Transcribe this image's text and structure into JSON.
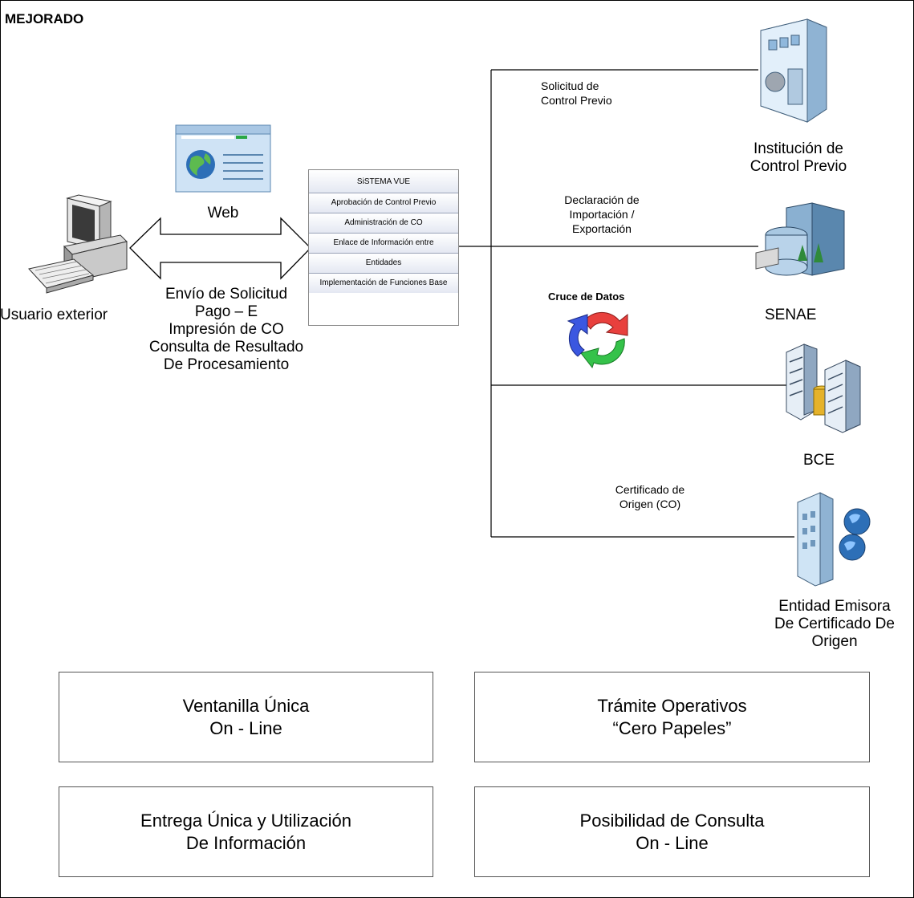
{
  "title": "MEJORADO",
  "user": {
    "label": "Usuario exterior",
    "icon": "desktop-computer-icon"
  },
  "web": {
    "label": "Web",
    "icon": "web-page-icon"
  },
  "arrow_actions": [
    "Envío de Solicitud",
    "Pago – E",
    "Impresión de CO",
    "Consulta de Resultado",
    "De Procesamiento"
  ],
  "vue_system": {
    "rows": [
      "SiSTEMA VUE",
      "Aprobación de Control Previo",
      "Administración de CO",
      "Enlace de Información entre",
      "Entidades",
      "Implementación de Funciones Base"
    ]
  },
  "connections": {
    "solicitud": [
      "Solicitud de",
      "Control Previo"
    ],
    "declaracion": [
      "Declaración de",
      "Importación /",
      "Exportación"
    ],
    "certificado": [
      "Certificado de",
      "Origen (CO)"
    ]
  },
  "cycle": {
    "label": "Cruce de Datos",
    "icon": "recycle-arrows-icon"
  },
  "entities": {
    "institucion": {
      "lines": [
        "Institución de",
        "Control Previo"
      ],
      "icon": "bank-building-icon"
    },
    "senae": {
      "label": "SENAE",
      "icon": "office-building-icon"
    },
    "bce": {
      "label": "BCE",
      "icon": "server-rack-icon"
    },
    "emisora": {
      "lines": [
        "Entidad Emisora",
        "De Certificado De",
        "Origen"
      ],
      "icon": "web-server-building-icon"
    }
  },
  "benefits": [
    [
      "Ventanilla Única",
      "On - Line"
    ],
    [
      "Trámite Operativos",
      "“Cero Papeles”"
    ],
    [
      "Entrega Única y Utilización",
      "De Información"
    ],
    [
      "Posibilidad de Consulta",
      "On - Line"
    ]
  ]
}
